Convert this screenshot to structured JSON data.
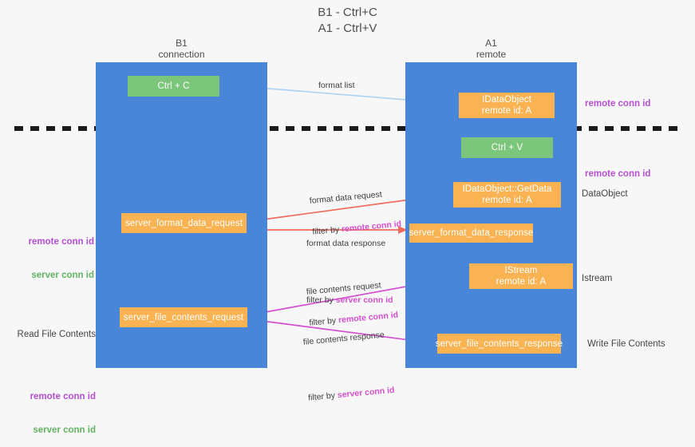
{
  "title": "B1 - Ctrl+C\nA1 - Ctrl+V",
  "columns": {
    "left": "B1\nconnection",
    "right": "A1\nremote"
  },
  "nodes": {
    "ctrl_c": "Ctrl + C",
    "idataobject": "IDataObject\nremote id: A",
    "ctrl_v": "Ctrl + V",
    "getdata": "IDataObject::GetData\nremote id: A",
    "server_format_data_request": "server_format_data_request",
    "server_format_data_response": "server_format_data_response",
    "istream": "IStream\nremote id: A",
    "server_file_contents_request": "server_file_contents_request",
    "server_file_contents_response": "server_file_contents_response"
  },
  "edge_labels": {
    "format_list": "format list",
    "format_data_request": "format data request",
    "format_data_request_filter_prefix": "filter by ",
    "format_data_request_filter_key": "remote conn id",
    "format_data_response": "format data response",
    "format_data_response_filter_prefix": "filter by ",
    "format_data_response_filter_key": "server conn id",
    "file_contents_request": "file contents request",
    "file_contents_request_filter_prefix": "filter by ",
    "file_contents_request_filter_key": "remote conn id",
    "file_contents_response": "file contents response",
    "file_contents_response_filter_prefix": "filter by ",
    "file_contents_response_filter_key": "server conn id"
  },
  "side_notes": {
    "remote_conn_id_top": "remote conn id",
    "remote_conn_id_mid": "remote conn id",
    "dataobject": "DataObject",
    "istream": "Istream",
    "write_file_contents": "Write File Contents",
    "read_file_contents": "Read File Contents"
  },
  "left_notes": {
    "remote_conn_id": "remote conn id",
    "server_conn_id": "server conn id"
  },
  "colors": {
    "lane": "#4a86d8",
    "node_green": "#7bc67b",
    "node_orange": "#f9b352",
    "remote_conn_id": "#b44fd0",
    "server_conn_id": "#63b363",
    "arrow_format_list": "#aed4f5",
    "arrow_format_data": "#ef6a5a",
    "arrow_file_contents": "#d44fd0",
    "arrow_black": "#1a1a1a",
    "divider": "#1a1a1a",
    "background": "#f7f7f7"
  }
}
